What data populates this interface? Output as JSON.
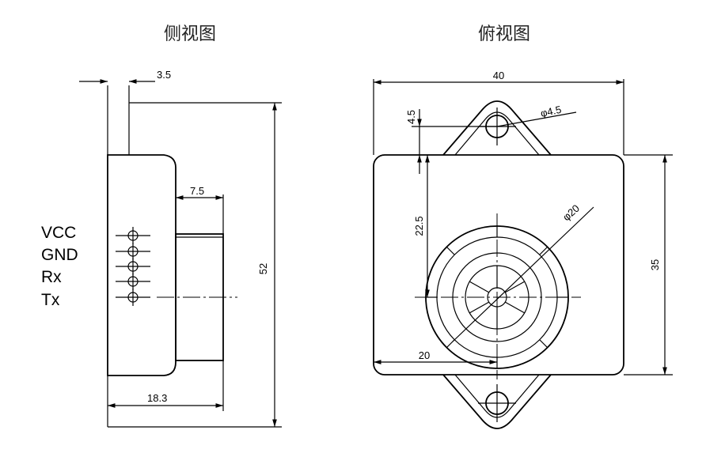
{
  "side_view": {
    "title": "侧视图",
    "pins": [
      "VCC",
      "GND",
      "Rx",
      "Tx"
    ],
    "dims": {
      "top_offset": "3.5",
      "transducer_length": "7.5",
      "depth": "18.3",
      "height": "52"
    }
  },
  "top_view": {
    "title": "俯视图",
    "dims": {
      "width": "40",
      "mount_offset": "4.5",
      "hole_diameter": "φ4.5",
      "center_offset": "22.5",
      "transducer_diameter": "φ20",
      "height": "35",
      "center_x": "20"
    }
  }
}
